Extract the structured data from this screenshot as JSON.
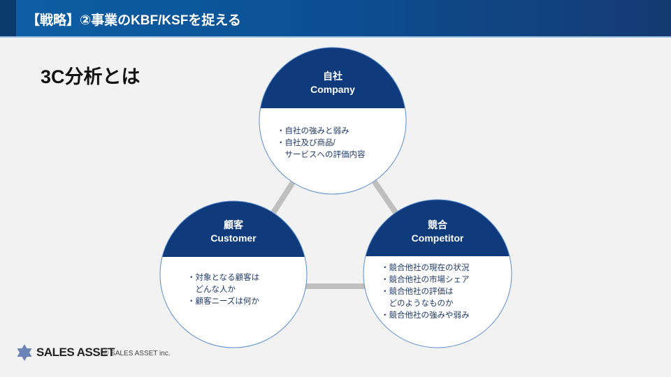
{
  "header": {
    "title": "【戦略】②事業のKBF/KSFを捉える"
  },
  "heading": "3C分析とは",
  "company": {
    "title_ja": "自社",
    "title_en": "Company",
    "bullets": "・自社の強みと弱み\n・自社及び商品/\n　サービスへの評価内容"
  },
  "customer": {
    "title_ja": "顧客",
    "title_en": "Customer",
    "bullets": "・対象となる顧客は\n　どんな人か\n・顧客ニーズは何か"
  },
  "competitor": {
    "title_ja": "競合",
    "title_en": "Competitor",
    "bullets": "・競合他社の現在の状況\n・競合他社の市場シェア\n・競合他社の評価は\n　どのようなものか\n・競合他社の強みや弱み"
  },
  "footer": {
    "logo_text": "SALES ASSET",
    "copyright": "© SALES ASSET inc."
  },
  "colors": {
    "navy": "#0f3a7c",
    "connector": "#bfbfbf"
  }
}
